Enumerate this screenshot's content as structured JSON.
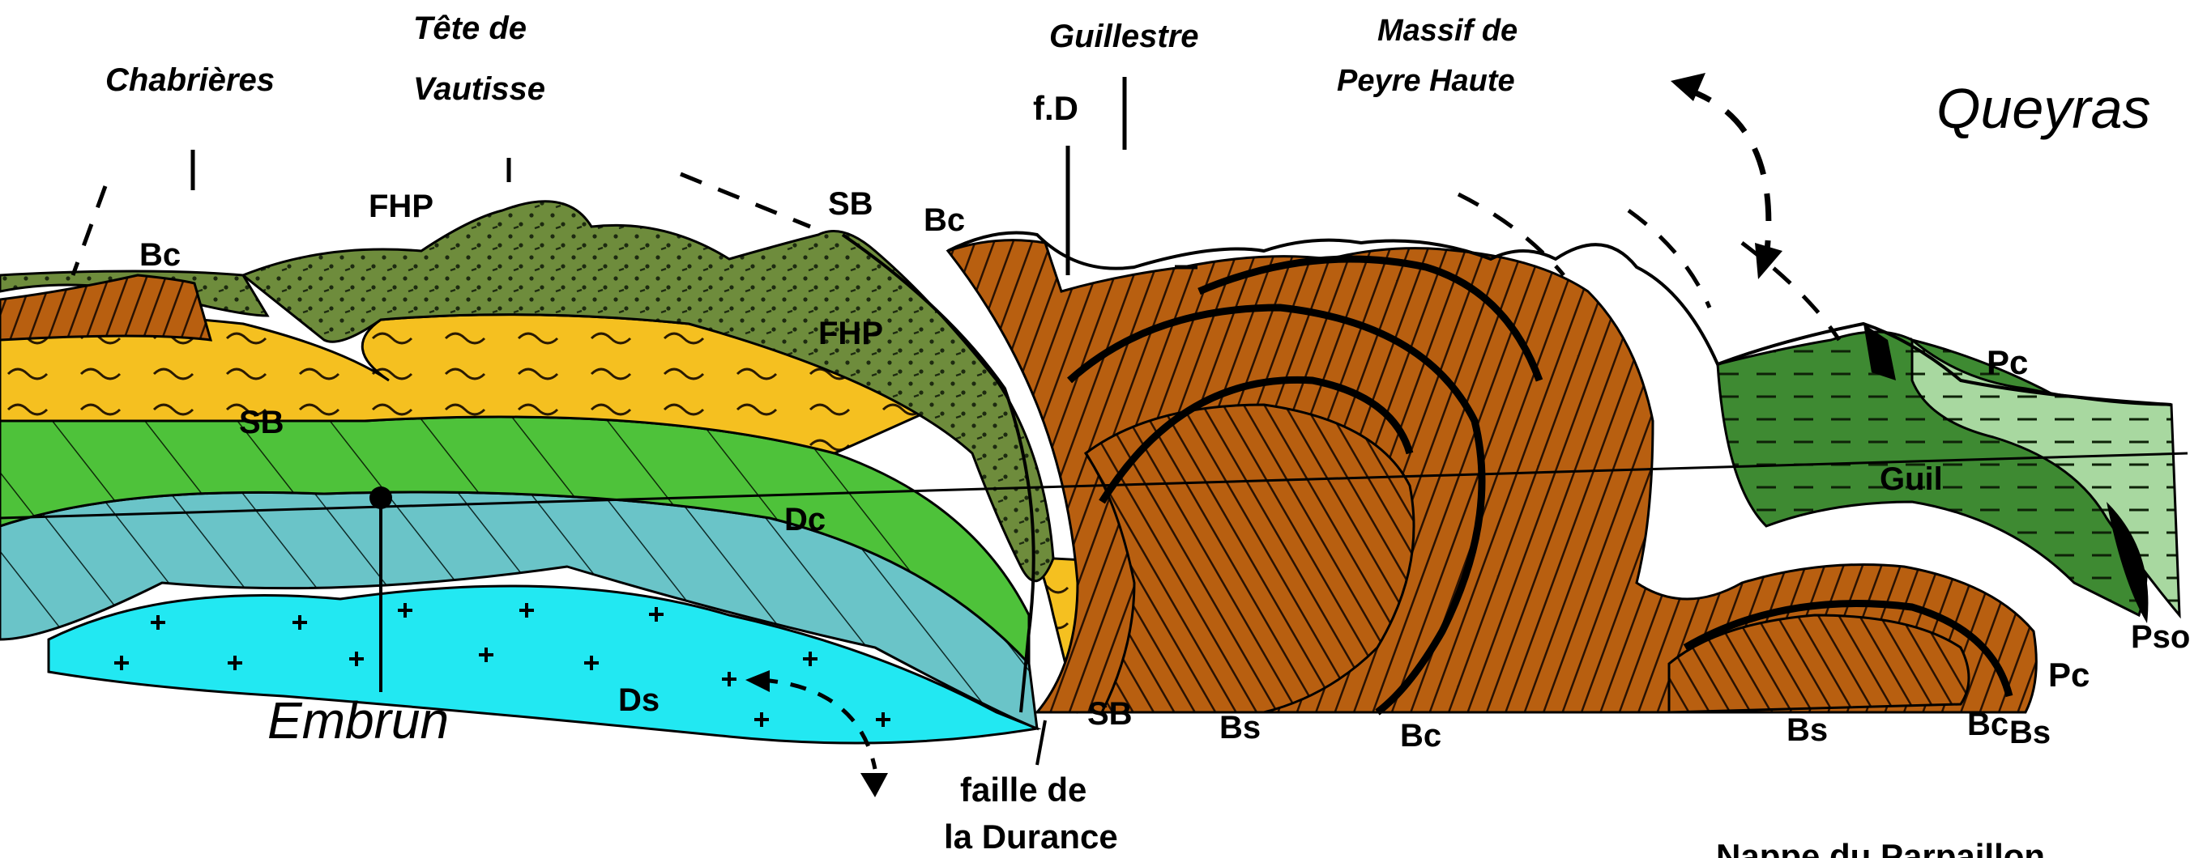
{
  "places": {
    "chabrieres": "Chabrières",
    "tete_line1": "Tête de",
    "tete_line2": "Vautisse",
    "guillestre": "Guillestre",
    "massif_line1": "Massif de",
    "massif_line2": "Peyre Haute",
    "queyras": "Queyras",
    "embrun": "Embrun"
  },
  "faults": {
    "fd": "f.D",
    "durance_line1": "faille de",
    "durance_line2": "la Durance"
  },
  "units": {
    "bc": "Bc",
    "fhp": "FHP",
    "sb": "SB",
    "dc": "Dc",
    "ds": "Ds",
    "bs": "Bs",
    "pc": "Pc",
    "pso": "Pso",
    "guil": "Guil"
  },
  "footer": {
    "nappe": "Nappe du Parpaillon"
  },
  "colors": {
    "orange_unit": "#b85f10",
    "yellow_unit": "#f5c020",
    "olive_unit": "#6e8c3c",
    "bright_green": "#4ec23a",
    "dark_green": "#3e8a32",
    "light_green": "#a8d8a0",
    "cyan_unit": "#22e8f2",
    "teal_unit": "#6ac4c8"
  }
}
